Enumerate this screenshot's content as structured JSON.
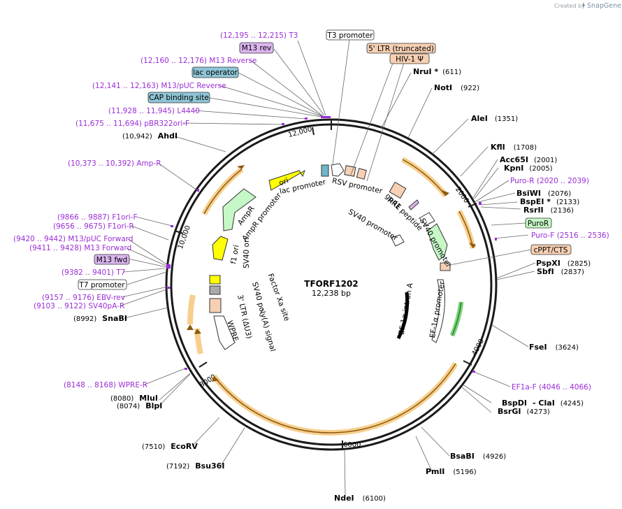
{
  "credit": {
    "prefix": "Created by",
    "brand": "SnapGene"
  },
  "plasmid": {
    "name": "TFORF1202",
    "length": "12,238 bp"
  },
  "colors": {
    "primer": "#9b2dd6",
    "orf": "#f0a830",
    "promoter": "#ffffff",
    "misc": "#f7d0b3",
    "green_feature": "#c6f7c6",
    "ori": "#ffff00",
    "box_blue": "#8ec5d6",
    "box_purple": "#dcb6f0"
  },
  "tick_labels": [
    "2000",
    "4000",
    "6000",
    "8000",
    "10,000",
    "12,000"
  ],
  "enzymes": [
    {
      "name": "NruI *",
      "pos": "(611)"
    },
    {
      "name": "NotI",
      "pos": "(922)"
    },
    {
      "name": "AleI",
      "pos": "(1351)"
    },
    {
      "name": "KflI",
      "pos": "(1708)"
    },
    {
      "name": "Acc65I",
      "pos": "(2001)"
    },
    {
      "name": "KpnI",
      "pos": "(2005)"
    },
    {
      "name": "BsiWI",
      "pos": "(2076)"
    },
    {
      "name": "BspEI *",
      "pos": "(2133)"
    },
    {
      "name": "RsrII",
      "pos": "(2136)"
    },
    {
      "name": "PspXI",
      "pos": "(2825)"
    },
    {
      "name": "SbfI",
      "pos": "(2837)"
    },
    {
      "name": "FseI",
      "pos": "(3624)"
    },
    {
      "name": "BspDI",
      "pos": ""
    },
    {
      "name": "- ClaI",
      "pos": "(4245)"
    },
    {
      "name": "BsrGI",
      "pos": "(4273)"
    },
    {
      "name": "BsaBI",
      "pos": "(4926)"
    },
    {
      "name": "PmlI",
      "pos": "(5196)"
    },
    {
      "name": "NdeI",
      "pos": "(6100)"
    },
    {
      "name": "Bsu36I",
      "pos": "(7192)"
    },
    {
      "name": "EcoRV",
      "pos": "(7510)"
    },
    {
      "name": "BlpI",
      "pos": "(8074)"
    },
    {
      "name": "MluI",
      "pos": "(8080)"
    },
    {
      "name": "SnaBI",
      "pos": "(8992)"
    },
    {
      "name": "AhdI",
      "pos": "(10,942)"
    }
  ],
  "primers": [
    {
      "name": "T3",
      "range": "(12,195 .. 12,215)"
    },
    {
      "name": "M13 Reverse",
      "range": "(12,160 .. 12,176)"
    },
    {
      "name": "M13/pUC Reverse",
      "range": "(12,141 .. 12,163)"
    },
    {
      "name": "L4440",
      "range": "(11,928 .. 11,945)"
    },
    {
      "name": "pBR322ori-F",
      "range": "(11,675 .. 11,694)"
    },
    {
      "name": "Amp-R",
      "range": "(10,373 .. 10,392)"
    },
    {
      "name": "F1ori-F",
      "range": "(9866 .. 9887)"
    },
    {
      "name": "F1ori-R",
      "range": "(9656 .. 9675)"
    },
    {
      "name": "M13/pUC Forward",
      "range": "(9420 .. 9442)"
    },
    {
      "name": "M13 Forward",
      "range": "(9411 .. 9428)"
    },
    {
      "name": "T7",
      "range": "(9382 .. 9401)"
    },
    {
      "name": "EBV-rev",
      "range": "(9157 .. 9176)"
    },
    {
      "name": "SV40pA-R",
      "range": "(9103 .. 9122)"
    },
    {
      "name": "WPRE-R",
      "range": "(8148 .. 8168)"
    },
    {
      "name": "Puro-R",
      "range": "(2020 .. 2039)"
    },
    {
      "name": "Puro-F",
      "range": "(2516 .. 2536)"
    },
    {
      "name": "EF1a-F",
      "range": "(4046 .. 4066)"
    }
  ],
  "boxes": {
    "m13_rev": "M13 rev",
    "lac_operator": "lac operator",
    "cap_binding": "CAP binding site",
    "t3_promoter": "T3 promoter",
    "ltr_trunc": "5' LTR (truncated)",
    "hiv_psi": "HIV-1 Ψ",
    "puror": "PuroR",
    "cppt": "cPPT/CTS",
    "m13_fwd": "M13 fwd",
    "t7_promoter": "T7 promoter"
  },
  "features": {
    "ori": "ori",
    "lac_promoter": "lac promoter",
    "rsv_promoter": "RSV promoter",
    "rre": "RRE",
    "gp41": "gp41 peptide",
    "sv40_promoter_1": "SV40 promoter",
    "sv40_promoter_2": "SV40 promoter",
    "ampr": "AmpR",
    "ampr_promoter": "AmpR promoter",
    "f1_ori": "f1 ori",
    "sv40_ori": "SV40 ori",
    "ef1a_intron": "EF-1α intron A",
    "ef1a_promoter": "EF-1α promoter",
    "factor_xa": "Factor Xa site",
    "sv40_polya": "SV40 poly(A) signal",
    "ltr3": "3' LTR (ΔU3)",
    "wpre": "WPRE"
  }
}
